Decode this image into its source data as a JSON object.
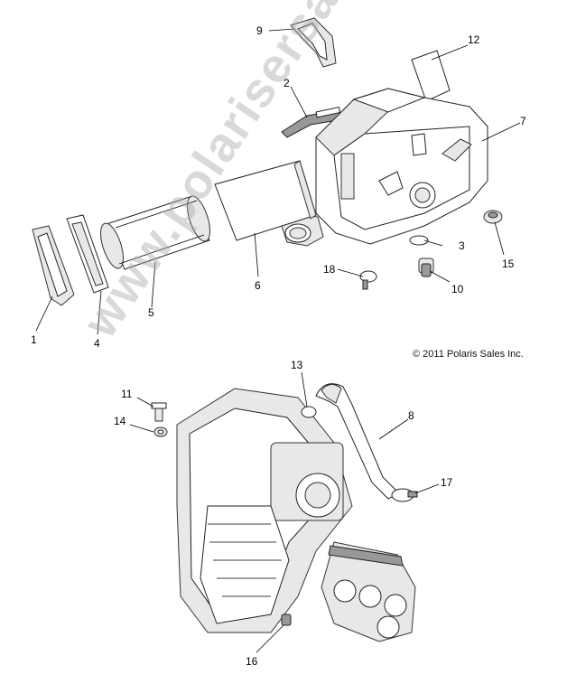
{
  "copyright": "© 2011 Polaris Sales Inc.",
  "watermark": "www.polarisersatzteile.de",
  "callouts": [
    {
      "id": "1",
      "label": "1"
    },
    {
      "id": "2",
      "label": "2"
    },
    {
      "id": "3",
      "label": "3"
    },
    {
      "id": "4",
      "label": "4"
    },
    {
      "id": "5",
      "label": "5"
    },
    {
      "id": "6",
      "label": "6"
    },
    {
      "id": "7",
      "label": "7"
    },
    {
      "id": "8",
      "label": "8"
    },
    {
      "id": "9",
      "label": "9"
    },
    {
      "id": "10",
      "label": "10"
    },
    {
      "id": "11",
      "label": "11"
    },
    {
      "id": "12",
      "label": "12"
    },
    {
      "id": "13",
      "label": "13"
    },
    {
      "id": "14",
      "label": "14"
    },
    {
      "id": "15",
      "label": "15"
    },
    {
      "id": "16",
      "label": "16"
    },
    {
      "id": "17",
      "label": "17"
    },
    {
      "id": "18",
      "label": "18"
    }
  ]
}
